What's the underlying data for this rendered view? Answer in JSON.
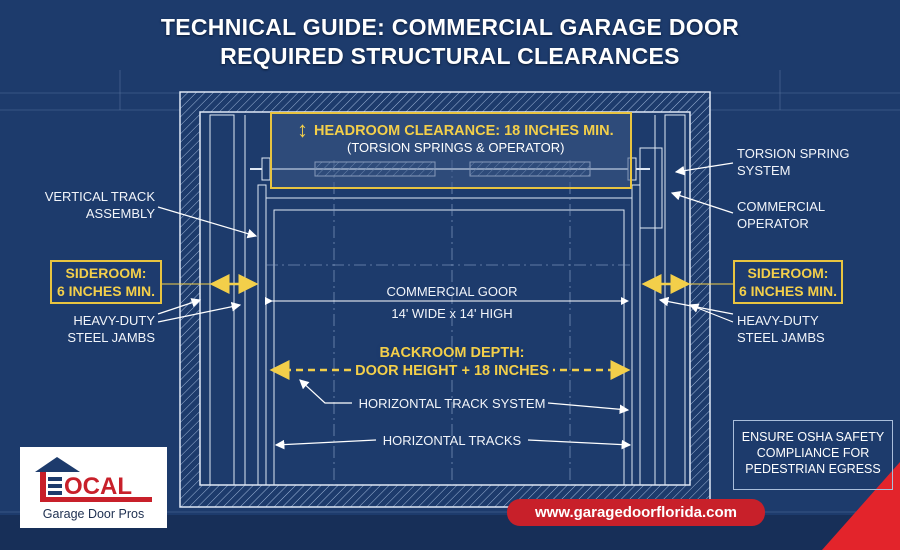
{
  "title": {
    "line1": "TECHNICAL GUIDE: COMMERCIAL GARAGE DOOR",
    "line2": "REQUIRED STRUCTURAL CLEARANCES"
  },
  "headroom": {
    "title": "HEADROOM CLEARANCE: 18 INCHES MIN.",
    "subtitle": "(TORSION SPRINGS & OPERATOR)"
  },
  "labels": {
    "torsion_spring": [
      "TORSION SPRING",
      "SYSTEM"
    ],
    "operator": [
      "COMMERCIAL",
      "OPERATOR"
    ],
    "vertical_track": [
      "VERTICAL TRACK",
      "ASSEMBLY"
    ],
    "jambs_left": [
      "HEAVY-DUTY",
      "STEEL JAMBS"
    ],
    "jambs_right": [
      "HEAVY-DUTY",
      "STEEL JAMBS"
    ],
    "door_name": "COMMERCIAL GOOR",
    "door_size": "14' WIDE x 14' HIGH",
    "horizontal_track_system": "HORIZONTAL TRACK SYSTEM",
    "horizontal_tracks": "HORIZONTAL TRACKS"
  },
  "sideroom_left": [
    "SIDEROOM:",
    "6 INCHES MIN."
  ],
  "sideroom_right": [
    "SIDEROOM:",
    "6 INCHES MIN."
  ],
  "backroom": [
    "BACKROOM DEPTH:",
    "DOOR HEIGHT + 18 INCHES"
  ],
  "osha": [
    "ENSURE OSHA SAFETY",
    "COMPLIANCE FOR",
    "PEDESTRIAN EGRESS"
  ],
  "logo": {
    "brand": "OCAL",
    "tagline": "Garage Door Pros"
  },
  "url": "www.garagedoorflorida.com",
  "colors": {
    "background": "#1d3b6c",
    "accent_yellow": "#f3cf4a",
    "brand_red": "#c8202a",
    "line": "#dfe8f5"
  }
}
